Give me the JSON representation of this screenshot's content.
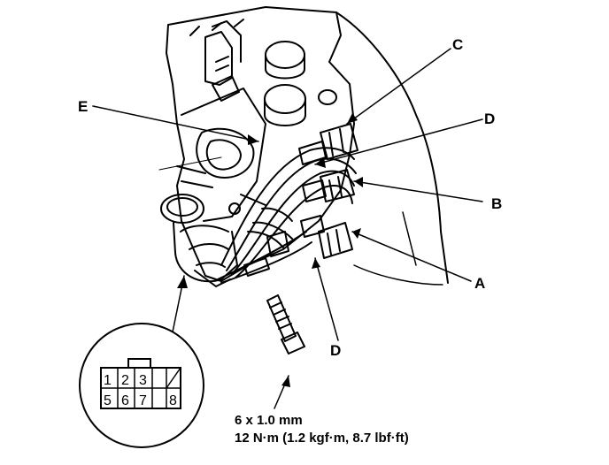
{
  "callouts": {
    "a": "A",
    "b": "B",
    "c": "C",
    "d_upper": "D",
    "d_lower": "D",
    "e": "E"
  },
  "connector_pins": {
    "top_row": [
      "1",
      "2",
      "3"
    ],
    "bottom_row": [
      "5",
      "6",
      "7",
      "8"
    ]
  },
  "bolt_spec": {
    "size": "6 x 1.0 mm",
    "torque": "12 N·m (1.2 kgf·m, 8.7 lbf·ft)"
  }
}
